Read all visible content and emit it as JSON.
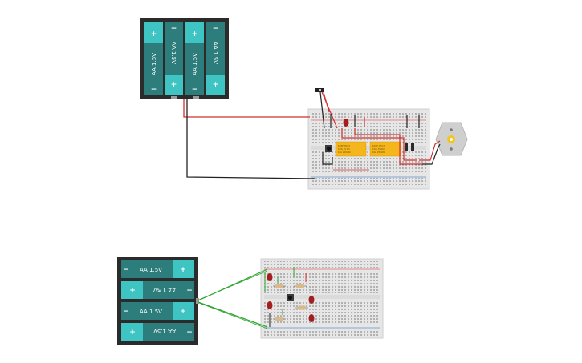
{
  "battery_top": {
    "cell_labels": [
      "AA 1.5V",
      "AA 1.5V",
      "AA 1.5V",
      "AA 1.5V"
    ],
    "plus": "+",
    "minus": "−"
  },
  "battery_bottom": {
    "cell_labels": [
      "AA 1.5V",
      "AA 1.5V",
      "AA 1.5V",
      "AA 1.5V"
    ],
    "plus": "+",
    "minus": "−"
  },
  "relays": {
    "label_line1": "KQ3F-H1C3",
    "label_line2": "COIL 5V DC",
    "label_line3": "10A 250VAC"
  },
  "colors": {
    "cell_body": "#2d7d7d",
    "cell_cap": "#3fc4c4",
    "holder": "#2b2b2b",
    "breadboard": "#e6e6e6",
    "wire_red": "#d32f2f",
    "wire_black": "#222222",
    "wire_green": "#2ea52e",
    "relay": "#f5b51d",
    "led_red": "#a51e1e",
    "motor": "#cfcfcf"
  },
  "icons": [
    "battery-pack-icon",
    "breadboard-icon",
    "relay-icon",
    "dc-motor-icon",
    "led-icon",
    "resistor-icon",
    "pushbutton-icon",
    "slide-switch-icon"
  ]
}
